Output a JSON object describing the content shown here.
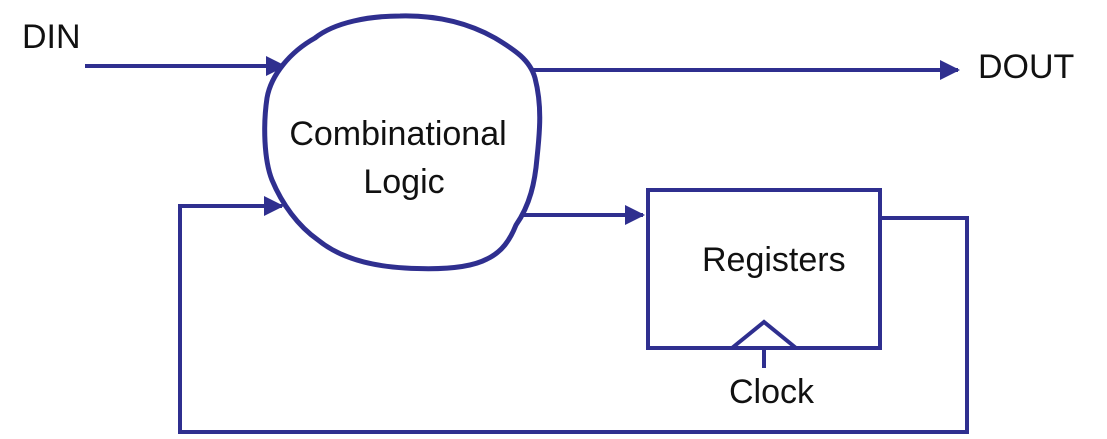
{
  "diagram": {
    "colors": {
      "line": "#2f2f8f",
      "text": "#111111",
      "background": "#ffffff"
    },
    "inputs": {
      "din": "DIN"
    },
    "outputs": {
      "dout": "DOUT"
    },
    "combinational_block": {
      "line1": "Combinational",
      "line2": "Logic"
    },
    "register_block": {
      "label": "Registers"
    },
    "clock": {
      "label": "Clock"
    }
  }
}
